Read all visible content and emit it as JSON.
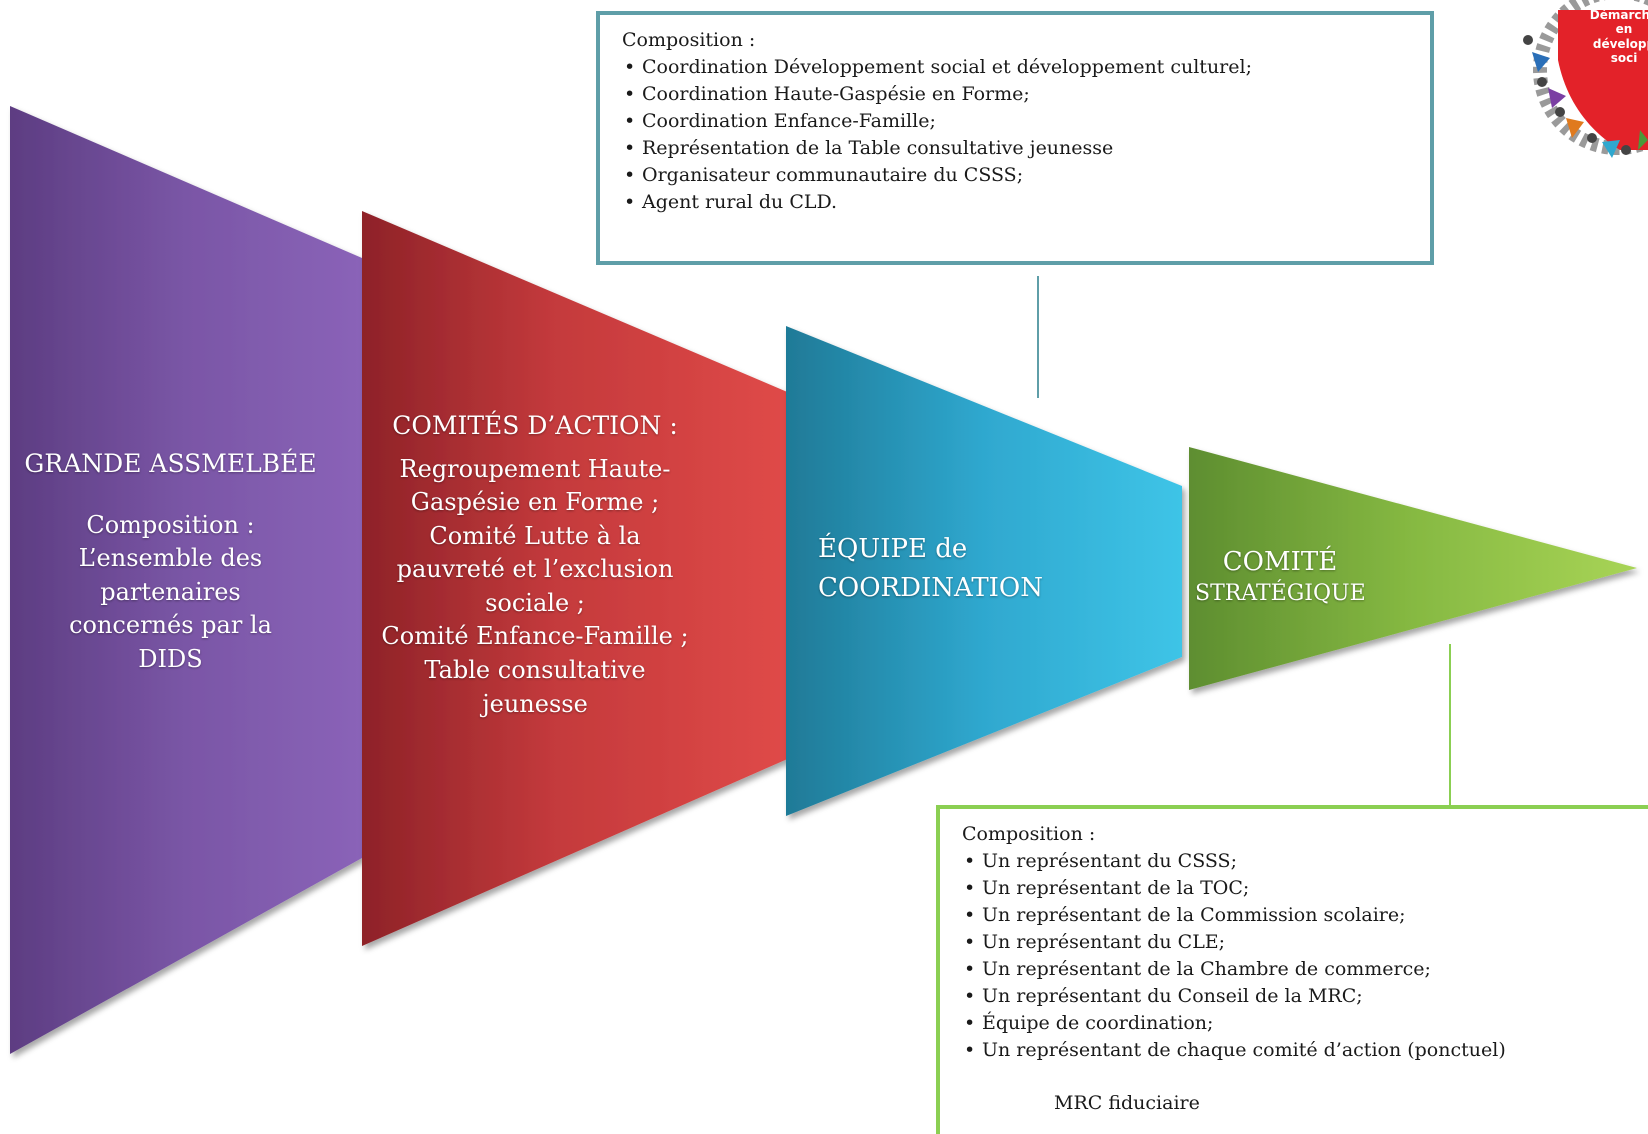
{
  "stages": [
    {
      "id": "grande-assemblee",
      "title": "GRANDE ASSMELBÉE",
      "lines": [
        "Composition :",
        "L’ensemble des",
        "partenaires",
        "concernés par la",
        "DIDS"
      ],
      "color": "#7b55a8"
    },
    {
      "id": "comites-action",
      "title": "COMITÉS D’ACTION :",
      "lines": [
        "Regroupement Haute-",
        "Gaspésie en Forme ;",
        "Comité Lutte à la",
        "pauvreté et l’exclusion",
        "sociale ;",
        "Comité Enfance-Famille ;",
        "Table consultative",
        "jeunesse"
      ],
      "color": "#c9383a"
    },
    {
      "id": "equipe-coordination",
      "title_lines": [
        "ÉQUIPE de",
        "COORDINATION"
      ],
      "color": "#2ea9cf"
    },
    {
      "id": "comite-strategique",
      "title": "COMITÉ",
      "subtitle": "STRATÉGIQUE",
      "color": "#86ba3f"
    }
  ],
  "coordination_box": {
    "heading": "Composition :",
    "items": [
      "Coordination Développement social et développement culturel;",
      "Coordination Haute-Gaspésie en Forme;",
      "Coordination Enfance-Famille;",
      "Représentation de la Table consultative jeunesse",
      "Organisateur communautaire du CSSS;",
      "Agent rural du CLD."
    ],
    "border_color": "#5f9ea8"
  },
  "strategique_box": {
    "heading": "Composition :",
    "items": [
      "Un représentant du CSSS;",
      "Un représentant de la TOC;",
      "Un représentant de la Commission scolaire;",
      "Un représentant du CLE;",
      "Un représentant de la Chambre de commerce;",
      "Un représentant du Conseil de la MRC;",
      "Équipe de coordination;",
      "Un représentant de chaque comité d’action (ponctuel)"
    ],
    "footer": "MRC fiduciaire",
    "border_color": "#8bcf52"
  },
  "logo": {
    "lines": [
      "Démarche",
      "en",
      "développ",
      "soci"
    ],
    "color": "#e32229"
  }
}
